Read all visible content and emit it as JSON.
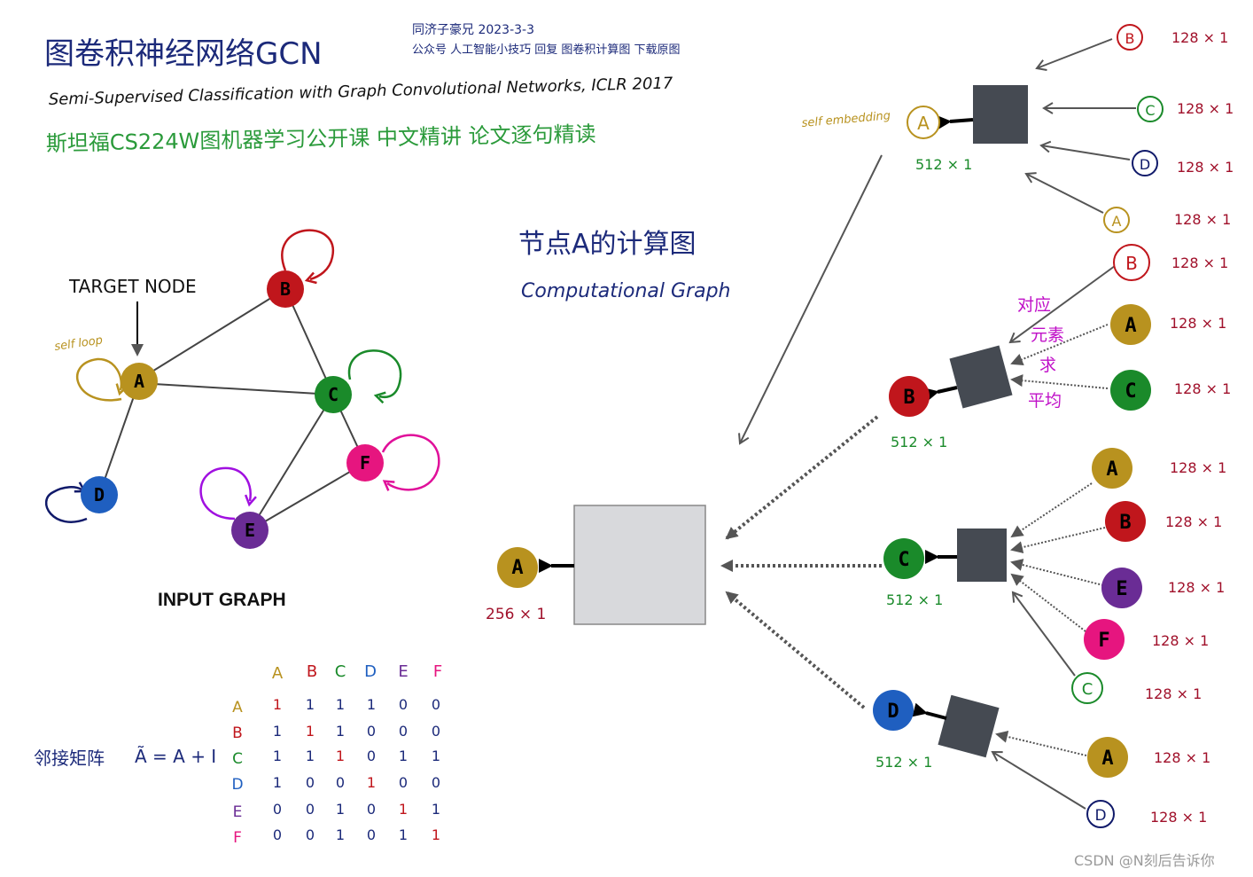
{
  "header": {
    "title": "图卷积神经网络GCN",
    "author_line": "同济子豪兄  2023-3-3",
    "wechat_line": "公众号 人工智能小技巧 回复 图卷积计算图 下载原图",
    "paper_line": "Semi-Supervised Classification with Graph Convolutional Networks, ICLR 2017",
    "course_line": "斯坦福CS224W图机器学习公开课  中文精讲  论文逐句精读"
  },
  "input_graph": {
    "target_label": "TARGET NODE",
    "self_loop_label": "self loop",
    "caption": "INPUT GRAPH",
    "nodes": [
      "A",
      "B",
      "C",
      "D",
      "E",
      "F"
    ]
  },
  "computational_graph": {
    "title_cn": "节点A的计算图",
    "title_en": "Computational Graph",
    "self_embedding": "self embedding",
    "elementwise_avg": [
      "对应",
      "元素",
      "求",
      "平均"
    ],
    "dims": {
      "d128": "128 × 1",
      "d512": "512 × 1",
      "d256": "256 × 1"
    },
    "output_node": "A",
    "level1_nodes": [
      "B",
      "C",
      "D"
    ],
    "top_node": "A"
  },
  "adjacency": {
    "label": "邻接矩阵",
    "formula": "Ã = A + I",
    "headers": [
      "A",
      "B",
      "C",
      "D",
      "E",
      "F"
    ],
    "rows": [
      [
        "1",
        "1",
        "1",
        "1",
        "0",
        "0"
      ],
      [
        "1",
        "1",
        "1",
        "0",
        "0",
        "0"
      ],
      [
        "1",
        "1",
        "1",
        "0",
        "1",
        "1"
      ],
      [
        "1",
        "0",
        "0",
        "1",
        "0",
        "0"
      ],
      [
        "0",
        "0",
        "1",
        "0",
        "1",
        "1"
      ],
      [
        "0",
        "0",
        "1",
        "0",
        "1",
        "1"
      ]
    ]
  },
  "watermark": "CSDN @N刻后告诉你",
  "colors": {
    "A": "#b8921f",
    "B": "#c0161c",
    "C": "#1a8a2a",
    "D": "#1f5fc0",
    "E": "#6a2c95",
    "F": "#e6157f",
    "title": "#1c2a7a",
    "course": "#2a9a3a",
    "dim": "#a0102a",
    "magenta": "#c010c8",
    "box": "#454a52",
    "big_box": "#d8d9dc"
  }
}
